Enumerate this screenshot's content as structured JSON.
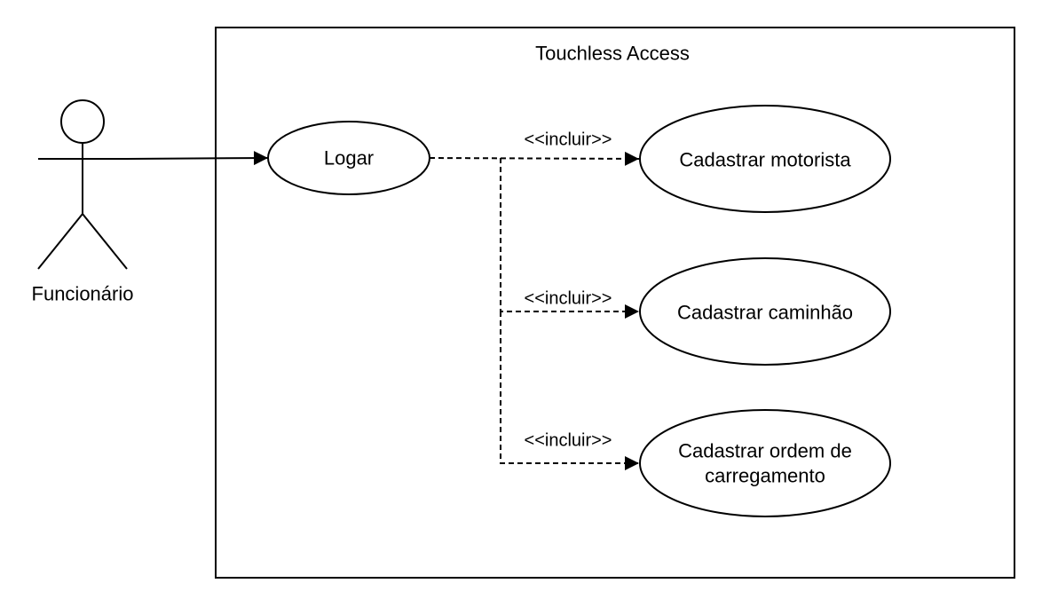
{
  "system": {
    "title": "Touchless Access"
  },
  "actor": {
    "name": "Funcionário"
  },
  "use_cases": {
    "login": "Logar",
    "driver": "Cadastrar motorista",
    "truck": "Cadastrar caminhão",
    "order": "Cadastrar ordem de carregamento"
  },
  "relations": {
    "include_driver": "<<incluir>>",
    "include_truck": "<<incluir>>",
    "include_order": "<<incluir>>"
  },
  "colors": {
    "stroke": "#000000",
    "fill": "#ffffff"
  }
}
